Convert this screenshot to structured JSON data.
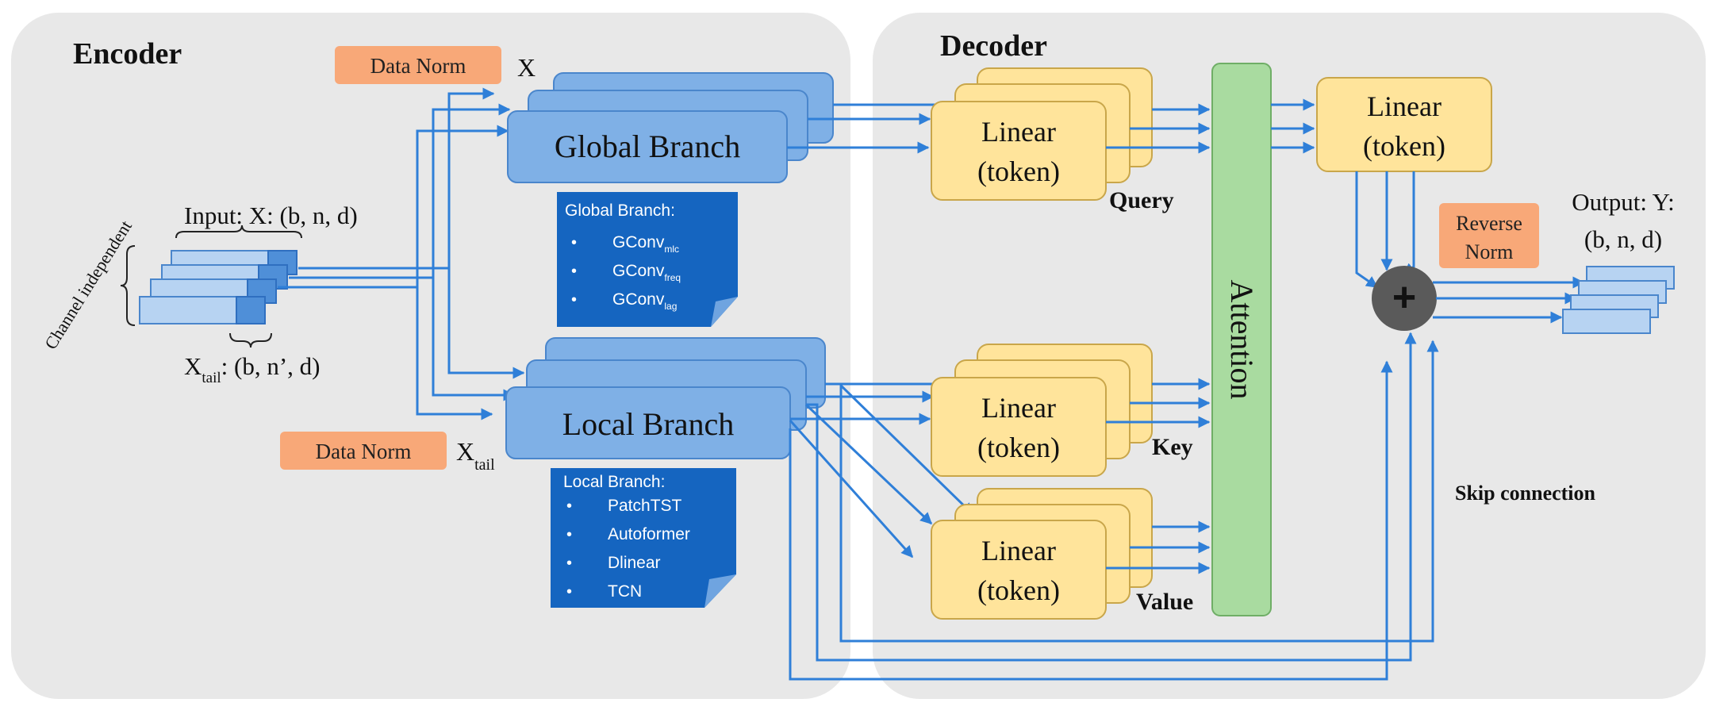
{
  "encoder": {
    "title": "Encoder",
    "data_norm_top": "Data Norm",
    "x_label": "X",
    "data_norm_bottom": "Data Norm",
    "xtail_main": "X",
    "xtail_sub": "tail",
    "input_label": "Input: X: (b, n, d)",
    "channel_label": "Channel independent",
    "tail_shape_main": "X",
    "tail_shape_sub": "tail",
    "tail_shape_rest": ": (b, n’, d)",
    "global_branch": "Global Branch",
    "local_branch": "Local Branch",
    "global_note": {
      "title": "Global Branch:",
      "items": [
        {
          "main": "GConv",
          "sub": "mlc"
        },
        {
          "main": "GConv",
          "sub": "freq"
        },
        {
          "main": "GConv",
          "sub": "lag"
        }
      ]
    },
    "local_note": {
      "title": "Local Branch:",
      "items": [
        "PatchTST",
        "Autoformer",
        "Dlinear",
        "TCN"
      ]
    }
  },
  "decoder": {
    "title": "Decoder",
    "query_linear": [
      "Linear",
      "(token)"
    ],
    "key_linear": [
      "Linear",
      "(token)"
    ],
    "value_linear": [
      "Linear",
      "(token)"
    ],
    "query_label": "Query",
    "key_label": "Key",
    "value_label": "Value",
    "attention": "Attention",
    "out_linear": [
      "Linear",
      "(token)"
    ],
    "reverse_norm": [
      "Reverse",
      "Norm"
    ],
    "plus": "+",
    "output_label": [
      "Output: Y:",
      "(b, n, d)"
    ],
    "skip_connection": "Skip connection"
  },
  "colors": {
    "panel": "#e8e8e8",
    "branch": "#7fb0e6",
    "branch_border": "#4a86cc",
    "linear": "#ffe49b",
    "linear_border": "#c9a64a",
    "attention": "#a9dba0",
    "norm": "#f8a878",
    "arrow": "#2f7fd8",
    "note": "#1565c0",
    "plus_node": "#5a5a5a"
  }
}
